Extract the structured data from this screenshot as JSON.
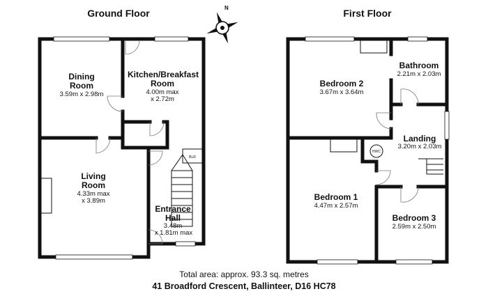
{
  "floors": {
    "ground": "Ground Floor",
    "first": "First Floor"
  },
  "compass": {
    "north_label": "N"
  },
  "rooms": {
    "dining": {
      "name_1": "Dining",
      "name_2": "Room",
      "dims_1": "3.59m x 2.98m"
    },
    "kitchen": {
      "name_1": "Kitchen/Breakfast",
      "name_2": "Room",
      "dims_1": "4.00m max",
      "dims_2": "x 2.72m"
    },
    "living": {
      "name_1": "Living",
      "name_2": "Room",
      "dims_1": "4.33m max",
      "dims_2": "x 3.89m"
    },
    "entrance": {
      "name_1": "Entrance",
      "name_2": "Hall",
      "dims_1": "3.48m",
      "dims_2": "x 1.81m max",
      "blr": "BLR"
    },
    "bedroom2": {
      "name_1": "Bedroom 2",
      "dims_1": "3.67m x 3.64m"
    },
    "bathroom": {
      "name_1": "Bathroom",
      "dims_1": "2.21m x 2.03m"
    },
    "landing": {
      "name_1": "Landing",
      "dims_1": "3.20m x 2.03m",
      "hwc": "HWC"
    },
    "bedroom1": {
      "name_1": "Bedroom 1",
      "dims_1": "4.47m x 2.57m"
    },
    "bedroom3": {
      "name_1": "Bedroom 3",
      "dims_1": "2.59m x 2.50m"
    }
  },
  "footer": {
    "area": "Total area: approx. 93.3 sq. metres",
    "address": "41 Broadford Crescent, Ballinteer, D16 HC78"
  }
}
